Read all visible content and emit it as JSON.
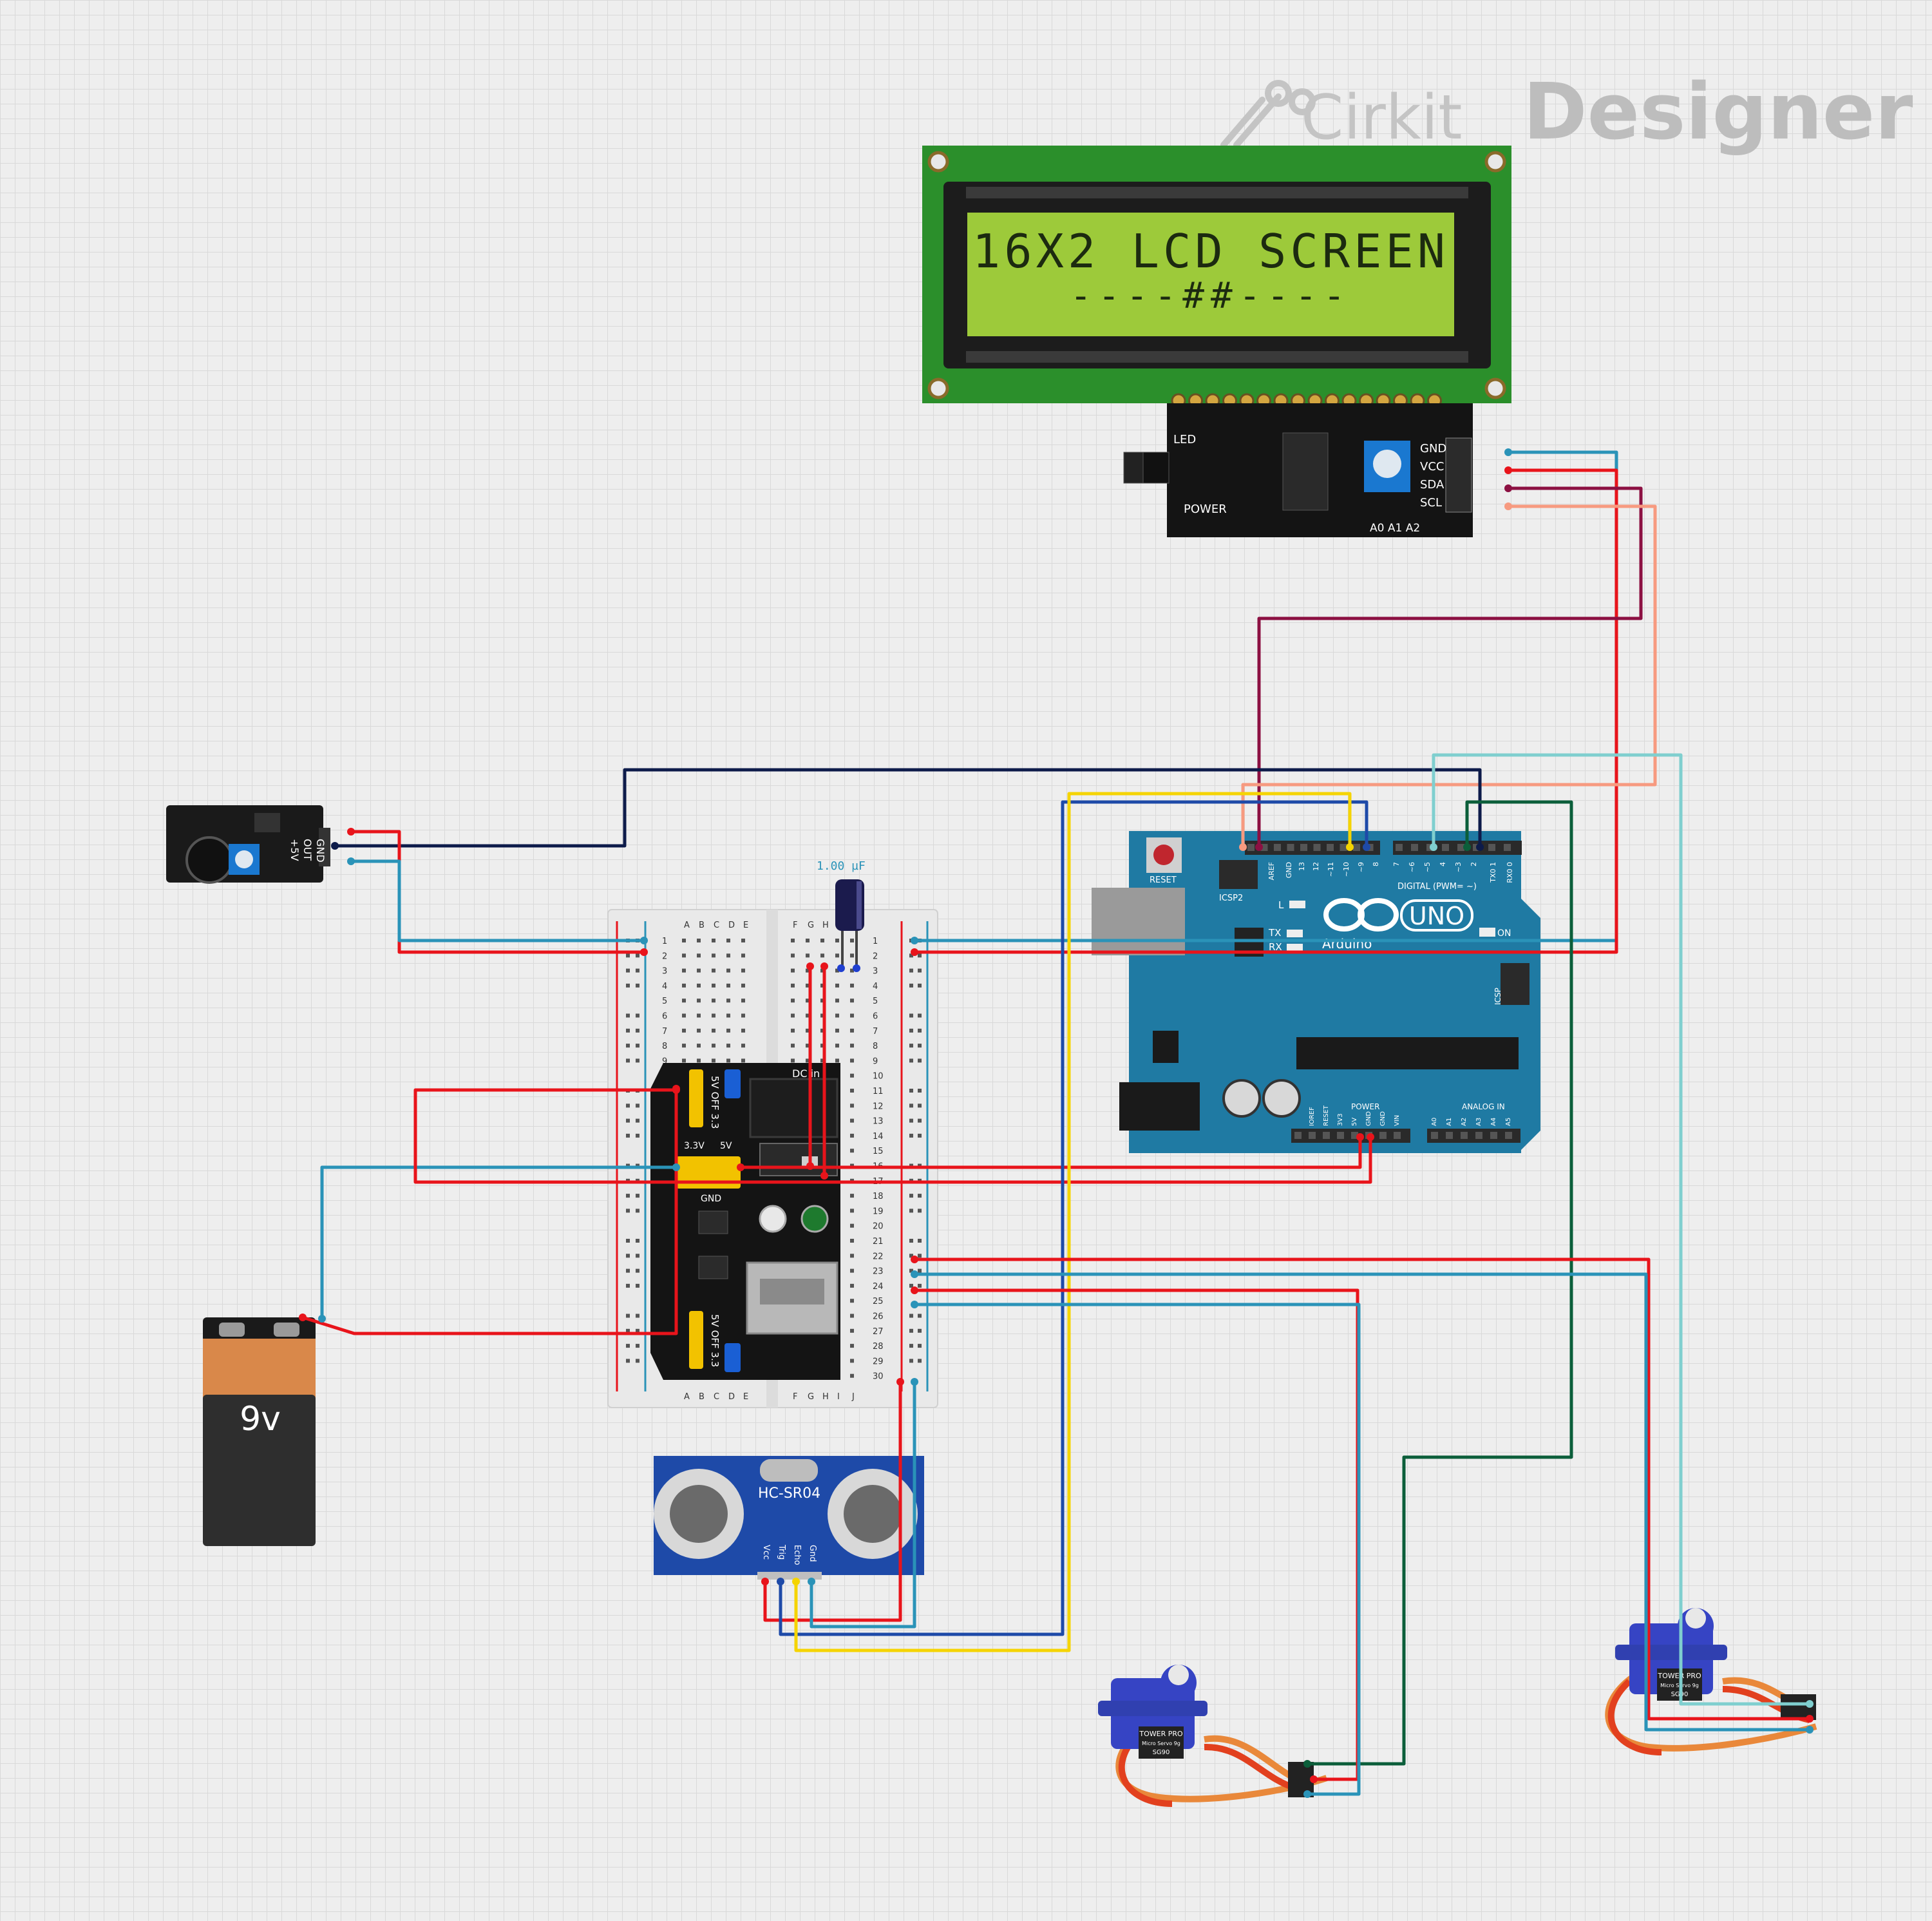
{
  "brand": {
    "cirkit": "Cirkit",
    "designer": "Designer"
  },
  "lcd": {
    "line1": "16X2 LCD SCREEN",
    "line2": "----##----"
  },
  "i2c": {
    "led": "LED",
    "power": "POWER",
    "addr": "A0 A1 A2",
    "pins": [
      "GND",
      "VCC",
      "SDA",
      "SCL"
    ]
  },
  "mic": {
    "pins": [
      "+5V",
      "OUT",
      "GND"
    ]
  },
  "capacitor": {
    "value": "1.00 µF"
  },
  "battery": {
    "label": "9v"
  },
  "ultrasonic": {
    "label": "HC-SR04",
    "pins": [
      "Vcc",
      "Trig",
      "Echo",
      "Gnd"
    ]
  },
  "arduino": {
    "reset": "RESET",
    "icsp2": "ICSP2",
    "icsp": "ICSP",
    "aref": "AREF",
    "gnd": "GND",
    "digital": "DIGITAL (PWM= ~)",
    "tx": "TX",
    "rx": "RX",
    "on": "ON",
    "l": "L",
    "uno": "UNO",
    "brand": "Arduino",
    "power": "POWER",
    "analog": "ANALOG IN",
    "power_pins": [
      "IOREF",
      "RESET",
      "3V3",
      "5V",
      "GND",
      "GND",
      "VIN"
    ],
    "analog_pins": [
      "A0",
      "A1",
      "A2",
      "A3",
      "A4",
      "A5"
    ],
    "digital_pins": [
      "13",
      "12",
      "~11",
      "~10",
      "~9",
      "8",
      "7",
      "~6",
      "~5",
      "4",
      "~3",
      "2",
      "TX0 1",
      "RX0 0"
    ]
  },
  "power_module": {
    "dc_in": "DC in",
    "gnd": "GND",
    "v33": "3.3V",
    "v5": "5V",
    "j1": "5V OFF 3.3",
    "j2": "5V OFF 3.3"
  },
  "breadboard": {
    "left_cols": [
      "A",
      "B",
      "C",
      "D",
      "E"
    ],
    "right_cols": [
      "F",
      "G",
      "H",
      "I",
      "J"
    ],
    "rows": 30
  },
  "servo": {
    "brand": "TOWER PRO",
    "sub": "Micro Servo 9g",
    "model": "SG90"
  },
  "colors": {
    "red": "#e8141b",
    "blue_wire": "#2a93b8",
    "navy": "#0d1b4a",
    "maroon": "#8c1042",
    "salmon": "#f79a80",
    "teal_light": "#7fcfcf",
    "yellow": "#f5d400",
    "dark_green": "#0b5e3a",
    "arduino": "#1f7aa3",
    "lcd_pcb": "#2b8f2b",
    "lcd_screen": "#9dca3a"
  }
}
